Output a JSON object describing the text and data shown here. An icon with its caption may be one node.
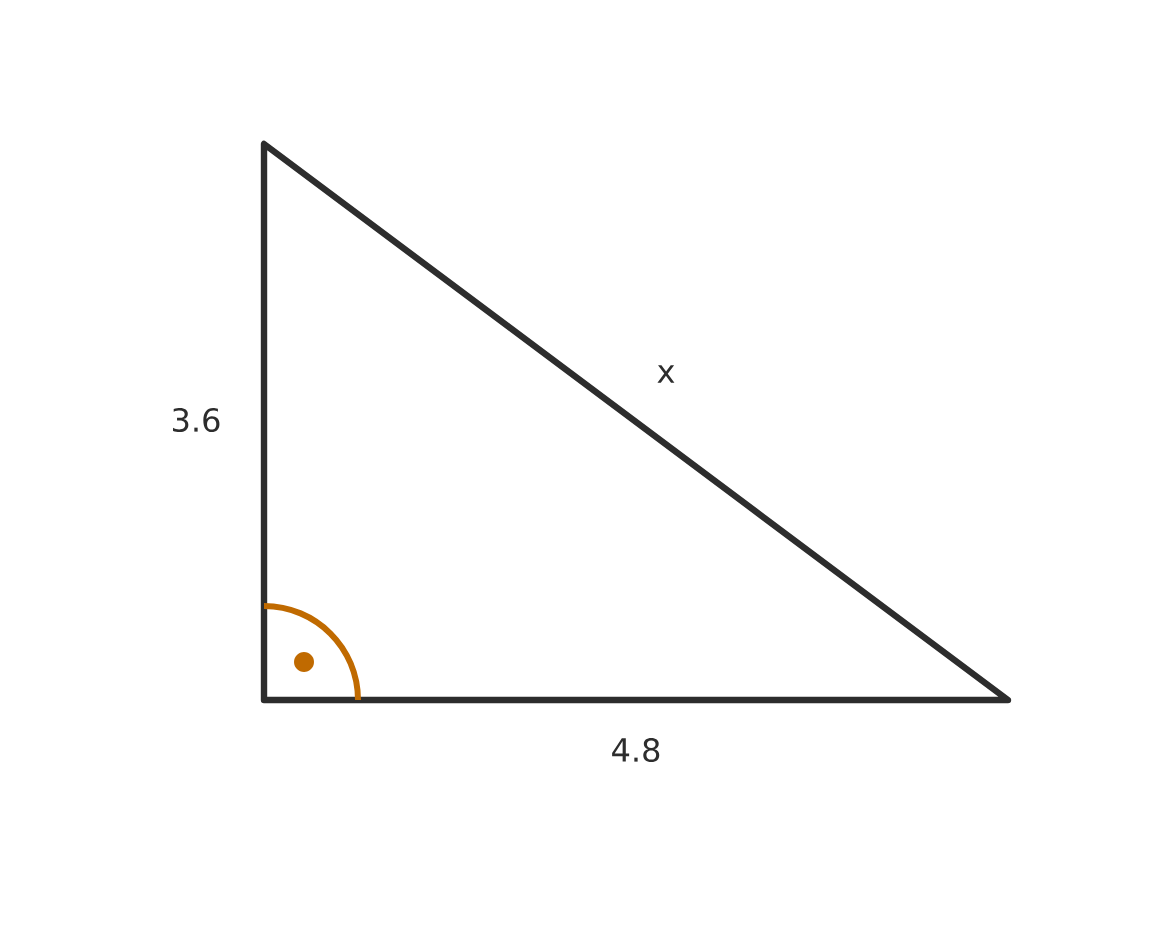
{
  "diagram": {
    "labels": [
      "3.6",
      "x",
      "4.8"
    ]
  }
}
